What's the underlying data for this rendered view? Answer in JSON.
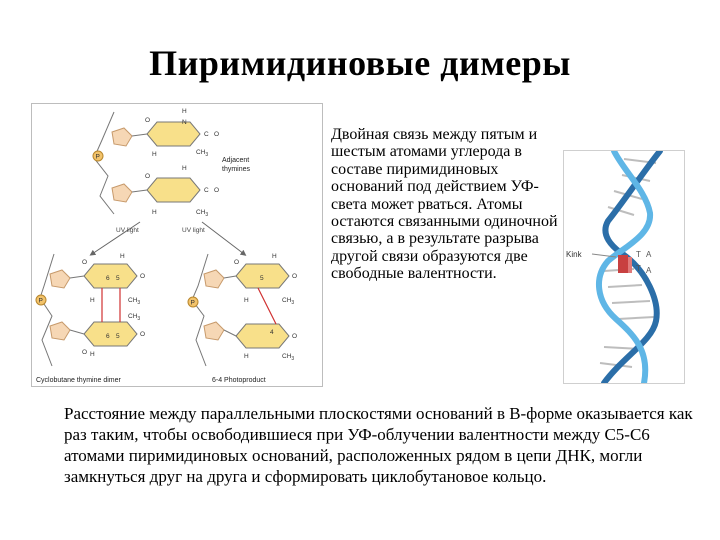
{
  "slide": {
    "title": "Пиримидиновые димеры",
    "right_text": "Двойная связь между пятым и шестым атомами углерода в составе пиримидиновых оснований под действием УФ-света может рваться. Атомы остаются связанными одиночной связью, а в результате разрыва другой связи образуются две свободные валентности.",
    "bottom_text": "Расстояние между параллельными плоскостями оснований в В-форме оказывается как раз таким, чтобы освободившиеся при УФ-облучении валентности между С5-С6 атомами пиримидиновых оснований, расположенных рядом в цепи ДНК, могли замкнуться друг на друга и сформировать циклобутановое кольцо."
  },
  "chem_figure": {
    "label_adjacent": "Adjacent",
    "label_thymines": "thymines",
    "uv_left": "UV light",
    "uv_right": "UV light",
    "caption_left": "Cyclobutane thymine dimer",
    "caption_right": "6-4 Photoproduct",
    "phosphate": "P",
    "atom_o": "O",
    "atom_h": "H",
    "atom_n": "N",
    "atom_c": "C",
    "methyl": "CH",
    "methyl_sub": "3",
    "num_4": "4",
    "num_5": "5",
    "num_6": "6"
  },
  "dna_figure": {
    "kink_label": "Kink",
    "base_t1": "T",
    "base_a1": "A",
    "base_t2": "T",
    "base_a2": "A"
  }
}
